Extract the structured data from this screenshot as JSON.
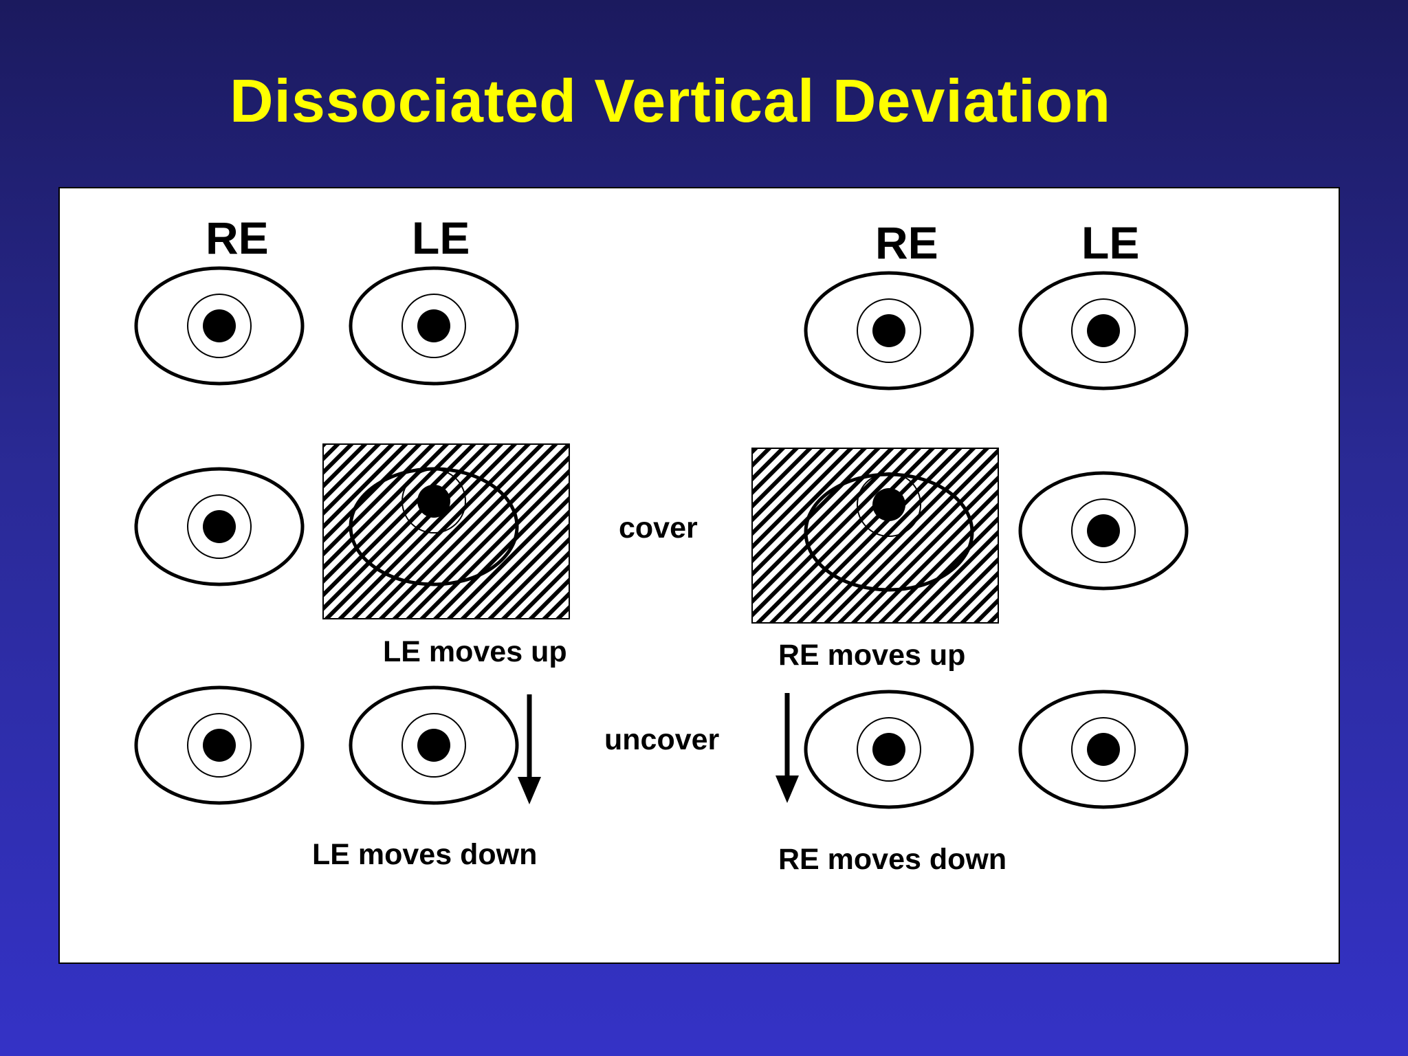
{
  "slide": {
    "title": "Dissociated Vertical Deviation",
    "title_color": "#ffff00",
    "background_colors": [
      "#1b1a5e",
      "#3432c6"
    ]
  },
  "diagram": {
    "left": {
      "re_label": "RE",
      "le_label": "LE",
      "up_caption": "LE moves up",
      "down_caption": "LE moves down"
    },
    "center": {
      "cover_label": "cover",
      "uncover_label": "uncover"
    },
    "right": {
      "re_label": "RE",
      "le_label": "LE",
      "up_caption": "RE moves up",
      "down_caption": "RE moves down"
    }
  }
}
